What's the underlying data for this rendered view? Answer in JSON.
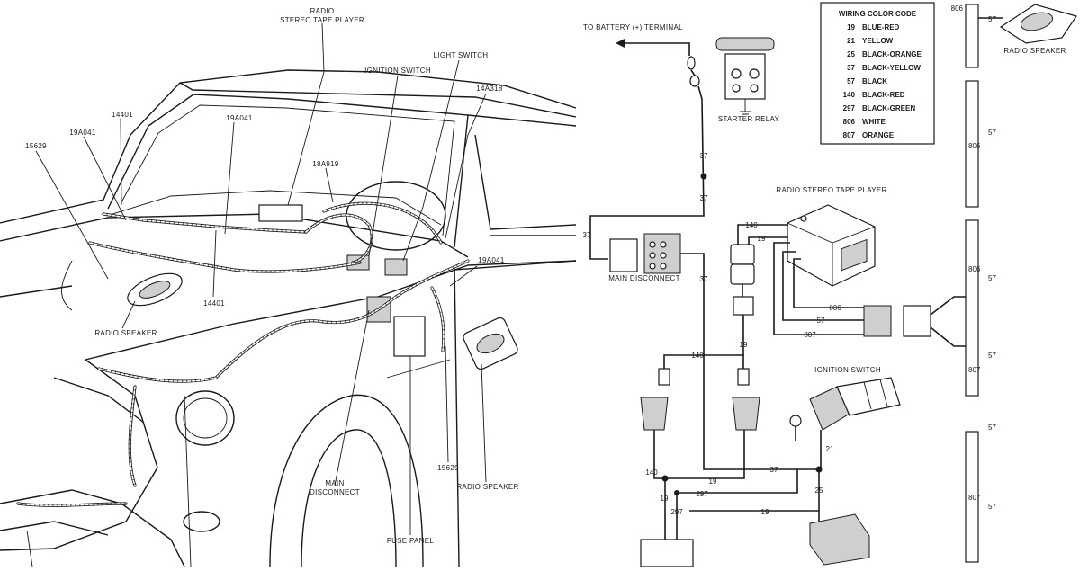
{
  "left_view": {
    "labels": {
      "radio_tape": [
        "RADIO",
        "STEREO TAPE PLAYER"
      ],
      "light_switch": "LIGHT SWITCH",
      "ignition_switch": "IGNITION SWITCH",
      "part_14a318": "14A318",
      "part_14401_top": "14401",
      "part_19a041_top": "19A041",
      "part_19a041_mid": "19A041",
      "part_18a919": "18A919",
      "part_15629_left": "15629",
      "part_14401_mid": "14401",
      "part_19a041_right": "19A041",
      "radio_speaker_left": "RADIO SPEAKER",
      "main_disconnect": [
        "MAIN",
        "DISCONNECT"
      ],
      "part_15629_bottom": "15629",
      "fuse_panel": "FUSE PANEL",
      "radio_speaker_right": "RADIO SPEAKER"
    }
  },
  "right_view": {
    "labels": {
      "to_battery": "TO BATTERY (+) TERMINAL",
      "starter_relay": "STARTER RELAY",
      "radio_tape_player": "RADIO STEREO TAPE PLAYER",
      "main_disconnect": "MAIN DISCONNECT",
      "ignition_switch": "IGNITION SWITCH",
      "radio_speaker": "RADIO SPEAKER"
    },
    "wire_numbers": {
      "w37_a": "37",
      "w37_b": "37",
      "w37_c": "37",
      "w37_d": "37",
      "w37_e": "37",
      "w140_a": "140",
      "w140_b": "140",
      "w140_c": "140",
      "w19_a": "19",
      "w19_b": "19",
      "w19_c": "19",
      "w19_d": "19",
      "w19_e": "19",
      "w806_a": "806",
      "w806_b": "806",
      "w806_c": "806",
      "w806_d": "806",
      "w57_a": "57",
      "w57_b": "57",
      "w57_c": "57",
      "w57_d": "57",
      "w57_e": "57",
      "w57_f": "57",
      "w57_g": "57",
      "w807_a": "807",
      "w807_b": "807",
      "w807_c": "807",
      "w21": "21",
      "w25": "25",
      "w297_a": "297",
      "w297_b": "297"
    },
    "color_code": {
      "title": "WIRING COLOR CODE",
      "rows": [
        {
          "num": "19",
          "color": "BLUE-RED"
        },
        {
          "num": "21",
          "color": "YELLOW"
        },
        {
          "num": "25",
          "color": "BLACK-ORANGE"
        },
        {
          "num": "37",
          "color": "BLACK-YELLOW"
        },
        {
          "num": "57",
          "color": "BLACK"
        },
        {
          "num": "140",
          "color": "BLACK-RED"
        },
        {
          "num": "297",
          "color": "BLACK-GREEN"
        },
        {
          "num": "806",
          "color": "WHITE"
        },
        {
          "num": "807",
          "color": "ORANGE"
        }
      ]
    }
  },
  "colors": {
    "ink": "#1a1a1a",
    "paper": "#ffffff"
  }
}
